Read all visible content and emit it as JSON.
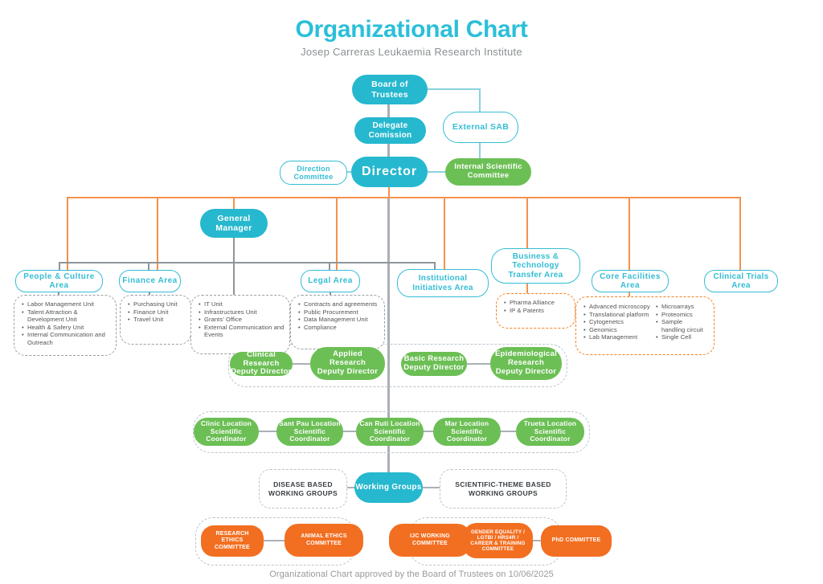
{
  "header": {
    "title": "Organizational Chart",
    "subtitle": "Josep Carreras Leukaemia Research Institute"
  },
  "footer": {
    "text": "Organizational Chart approved by the Board of Trustees on 10/06/2025"
  },
  "nodes": {
    "board_of_trustees": "Board of Trustees",
    "delegate_comission": "Delegate Comission",
    "external_sab": "External SAB",
    "direction_committee": "Direction Committee",
    "director": "Director",
    "internal_scientific_committee": "Internal Scientific Committee",
    "general_manager": "General Manager",
    "working_groups": "Working Groups",
    "disease_based": "DISEASE BASED WORKING GROUPS",
    "scientific_theme": "SCIENTIFIC-THEME BASED WORKING GROUPS"
  },
  "areas": {
    "people_culture": "People & Culture Area",
    "finance": "Finance Area",
    "legal": "Legal Area",
    "institutional": "Institutional Initiatives Area",
    "business_tech": "Business & Technology Transfer Area",
    "core_facilities": "Core Facilities Area",
    "clinical_trials": "Clinical Trials Area"
  },
  "unit_lists": {
    "people_culture": {
      "items": [
        "Labor Management Unit",
        "Talent Attraction & Development Unit",
        "Health & Safery Unit",
        "Internal Communication and Outreach"
      ]
    },
    "finance": {
      "items": [
        "Purchasing Unit",
        "Finance Unit",
        "Travel Unit"
      ]
    },
    "general_manager": {
      "items": [
        "IT Unit",
        "Infrastructures Unit",
        "Grants' Office",
        "External Communication and Events"
      ]
    },
    "legal": {
      "items": [
        "Contracts and agreements",
        "Public Procurement",
        "Data Management Unit",
        "Compliance"
      ]
    },
    "business_tech": {
      "items": [
        "Pharma Alliance",
        "IP & Patents"
      ]
    },
    "core_facilities": {
      "col1": [
        "Advanced microscopy",
        "Translational platform",
        "Cytogenetcs",
        "Genomics",
        "Lab Management"
      ],
      "col2": [
        "Microarrays",
        "Proteomics",
        "Sample handling circuit",
        "Single Cell"
      ]
    }
  },
  "deputy_directors": [
    "Clinical Research Deputy Director",
    "Applied Research Deputy Director",
    "Basic Research Deputy Director",
    "Epidemiological Research Deputy Director"
  ],
  "coordinators": [
    "Clinic Location Scientific Coordinator",
    "Sant Pau Location Scientific Coordinator",
    "Can Ruti Location Scientific Coordinator",
    "Mar Location Scientific Coordinator",
    "Trueta Location Scientific Coordinator"
  ],
  "committees": [
    "RESEARCH ETHICS COMMITTEE",
    "ANIMAL ETHICS COMMITTEE",
    "IJC WORKING COMMITTEE",
    "GENDER EQUALITY / LGTBI / HRS4R / CAREER & TRAINING COMMITTEE",
    "PhD COMMITTEE"
  ],
  "colors": {
    "cyan": "#26b8ce",
    "green": "#6cbf55",
    "orange": "#f26f21",
    "orange_line": "#f5914d",
    "gray_line": "#a9afb5"
  }
}
